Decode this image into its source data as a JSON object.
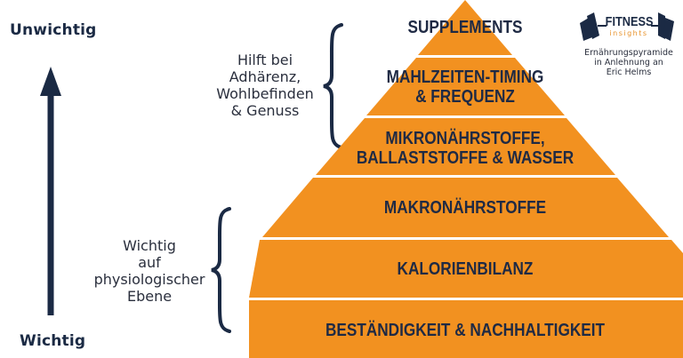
{
  "axis": {
    "top_label": "Unwichtig",
    "bottom_label": "Wichtig",
    "arrow_direction": "up"
  },
  "annotations": {
    "upper_bracket": [
      "Hilft bei",
      "Adhärenz,",
      "Wohlbefinden",
      "& Genuss"
    ],
    "lower_bracket": [
      "Wichtig",
      "auf",
      "physiologischer",
      "Ebene"
    ]
  },
  "pyramid": {
    "fill_color": "#f29120",
    "text_color": "#1f2a44",
    "layers": [
      {
        "lines": [
          "SUPPLEMENTS"
        ]
      },
      {
        "lines": [
          "MAHLZEITEN-TIMING",
          "& FREQUENZ"
        ]
      },
      {
        "lines": [
          "MIKRONÄHRSTOFFE,",
          "BALLASTSTOFFE & WASSER"
        ]
      },
      {
        "lines": [
          "MAKRONÄHRSTOFFE"
        ]
      },
      {
        "lines": [
          "KALORIENBILANZ"
        ]
      },
      {
        "lines": [
          "BESTÄNDIGKEIT & NACHHALTIGKEIT"
        ]
      }
    ]
  },
  "logo": {
    "title": "FITNESS",
    "subtitle": "insights",
    "caption": [
      "Ernährungspyramide",
      "in Anlehnung an",
      "Eric Helms"
    ],
    "icon": "barbell-icon"
  },
  "colors": {
    "navy": "#1b2a44",
    "orange": "#f29120",
    "background": "#ffffff"
  }
}
